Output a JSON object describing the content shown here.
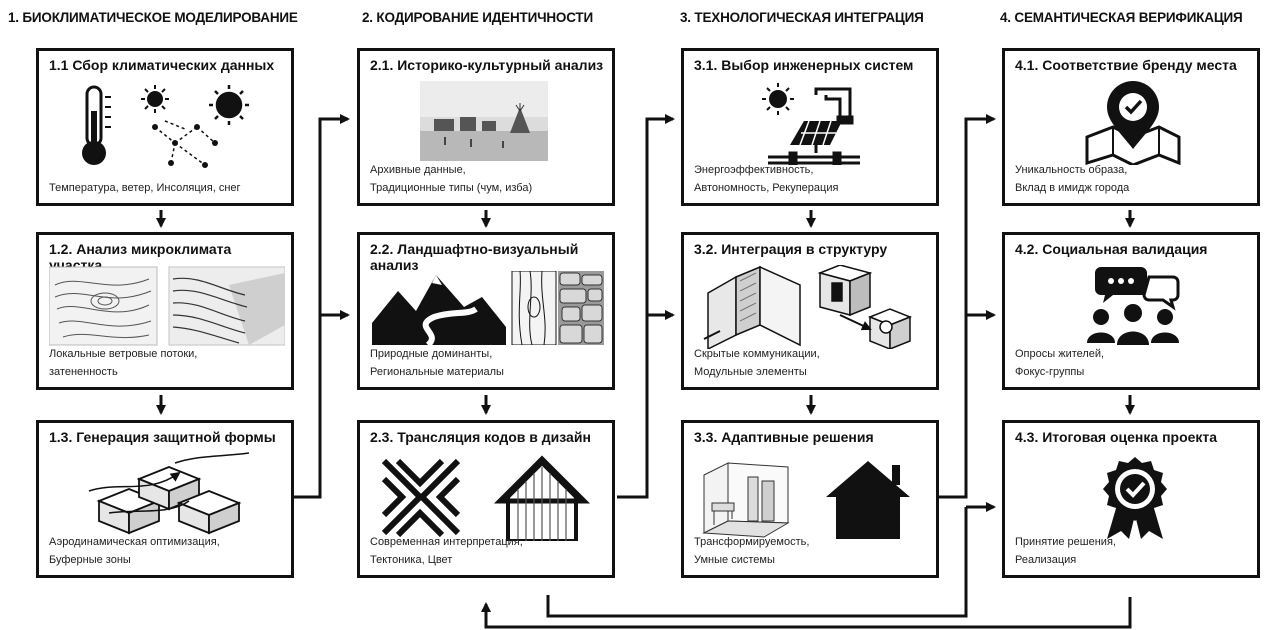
{
  "columns": [
    {
      "header": "1. БИОКЛИМАТИЧЕСКОЕ МОДЕЛИРОВАНИЕ"
    },
    {
      "header": "2. КОДИРОВАНИЕ ИДЕНТИЧНОСТИ"
    },
    {
      "header": "3. ТЕХНОЛОГИЧЕСКАЯ ИНТЕГРАЦИЯ"
    },
    {
      "header": "4. СЕМАНТИЧЕСКАЯ ВЕРИФИКАЦИЯ"
    }
  ],
  "boxes": {
    "b11": {
      "title": "1.1 Сбор климатических данных",
      "line1": "Температура, ветер, Инсоляция, снег",
      "line2": ""
    },
    "b12": {
      "title": "1.2. Анализ микроклимата участка",
      "line1": "Локальные ветровые потоки,",
      "line2": "затененность"
    },
    "b13": {
      "title": "1.3. Генерация защитной формы",
      "line1": "Аэродинамическая оптимизация,",
      "line2": "Буферные зоны"
    },
    "b21": {
      "title": "2.1. Историко-культурный анализ",
      "line1": "Архивные данные,",
      "line2": "Традиционные типы (чум, изба)"
    },
    "b22": {
      "title": "2.2. Ландшафтно-визуальный анализ",
      "line1": "Природные доминанты,",
      "line2": "Региональные материалы"
    },
    "b23": {
      "title": "2.3. Трансляция кодов в дизайн",
      "line1": "Современная интерпретация,",
      "line2": "Тектоника, Цвет"
    },
    "b31": {
      "title": "3.1. Выбор инженерных систем",
      "line1": "Энергоэффективность,",
      "line2": "Автономность, Рекуперация"
    },
    "b32": {
      "title": "3.2. Интеграция в структуру",
      "line1": "Скрытые коммуникации,",
      "line2": "Модульные элементы"
    },
    "b33": {
      "title": "3.3. Адаптивные решения",
      "line1": "Трансформируемость,",
      "line2": "Умные системы"
    },
    "b41": {
      "title": "4.1. Соответствие бренду места",
      "line1": "Уникальность образа,",
      "line2": "Вклад в имидж города"
    },
    "b42": {
      "title": "4.2. Социальная валидация",
      "line1": "Опросы жителей,",
      "line2": "Фокус-группы"
    },
    "b43": {
      "title": "4.3. Итоговая оценка проекта",
      "line1": "Принятие решения,",
      "line2": "Реализация"
    }
  },
  "icons": {
    "b11": [
      "thermometer-icon",
      "sun-icon",
      "sun-path-diagram"
    ],
    "b12": [
      "topographic-map-icon",
      "wind-flow-diagram"
    ],
    "b13": [
      "protective-form-blocks-icon"
    ],
    "b21": [
      "archive-photo-settlement"
    ],
    "b22": [
      "mountain-landscape-icon",
      "wood-stone-texture-icon"
    ],
    "b23": [
      "ornament-pattern-icon",
      "gable-house-icon"
    ],
    "b31": [
      "sun-icon",
      "solar-panel-icon",
      "pipe-icon"
    ],
    "b32": [
      "wall-section-icon",
      "modular-joint-icon"
    ],
    "b33": [
      "transformable-interior-icon",
      "home-icon"
    ],
    "b41": [
      "map-pin-check-icon"
    ],
    "b42": [
      "people-chat-icon"
    ],
    "b43": [
      "award-badge-check-icon"
    ]
  }
}
